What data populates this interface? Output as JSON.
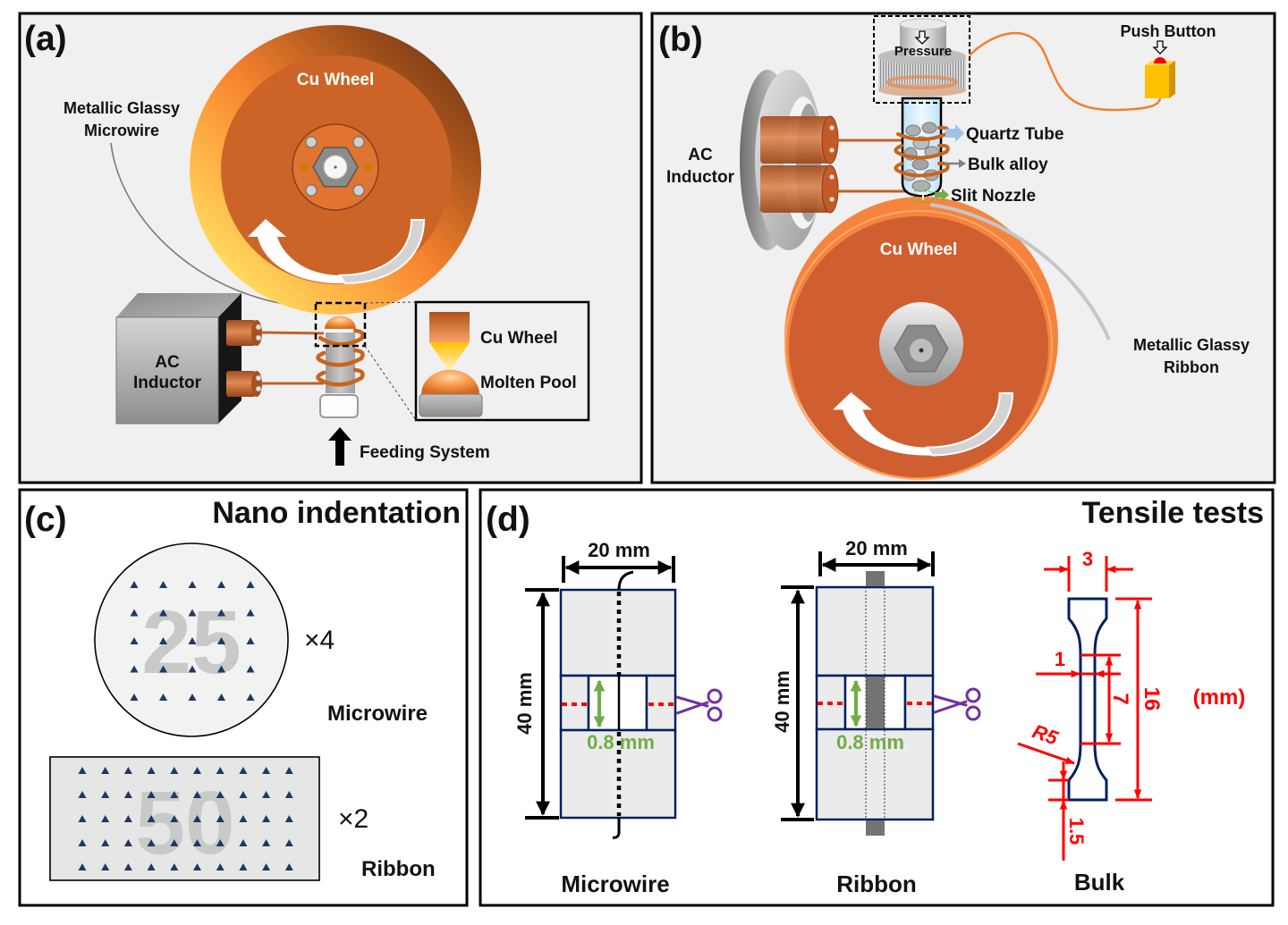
{
  "panel_a": {
    "label": "(a)",
    "wheel_label": "Cu Wheel",
    "product_label_line1": "Metallic Glassy",
    "product_label_line2": "Microwire",
    "inductor_label_line1": "AC",
    "inductor_label_line2": "Inductor",
    "inset_wheel_label": "Cu Wheel",
    "inset_pool_label": "Molten Pool",
    "feed_label": "Feeding System"
  },
  "panel_b": {
    "label": "(b)",
    "pressure_label": "Pressure",
    "button_label": "Push Button",
    "inductor_label_line1": "AC",
    "inductor_label_line2": "Inductor",
    "tube_label": "Quartz Tube",
    "alloy_label": "Bulk alloy",
    "nozzle_label": "Slit Nozzle",
    "wheel_label": "Cu Wheel",
    "product_label_line1": "Metallic Glassy",
    "product_label_line2": "Ribbon"
  },
  "panel_c": {
    "label": "(c)",
    "title": "Nano indentation",
    "microwire": {
      "count_label": "25",
      "grid_rows": 5,
      "grid_cols": 5,
      "multiplier": "×4",
      "label": "Microwire"
    },
    "ribbon": {
      "count_label": "50",
      "grid_rows": 5,
      "grid_cols": 10,
      "multiplier": "×2",
      "label": "Ribbon"
    }
  },
  "panel_d": {
    "label": "(d)",
    "title": "Tensile tests",
    "microwire": {
      "width_label": "20 mm",
      "length_label": "40 mm",
      "gap_label": "0.8 mm",
      "label": "Microwire"
    },
    "ribbon": {
      "width_label": "20 mm",
      "length_label": "40 mm",
      "gap_label": "0.8 mm",
      "label": "Ribbon"
    },
    "bulk": {
      "grip_width": "3",
      "gauge_width": "1",
      "gauge_length": "7",
      "total_length": "16",
      "fillet_radius": "R5",
      "grip_step": "1.5",
      "unit": "(mm)",
      "label": "Bulk"
    }
  },
  "colors": {
    "copper_face": "#cd6427",
    "dimension_red": "#ff0000",
    "specimen_outline": "#002060",
    "gap_green": "#70ad47",
    "scissors_purple": "#7030a0",
    "indent_marker": "#1f3864",
    "panel_bg": "#f0f0f0"
  }
}
